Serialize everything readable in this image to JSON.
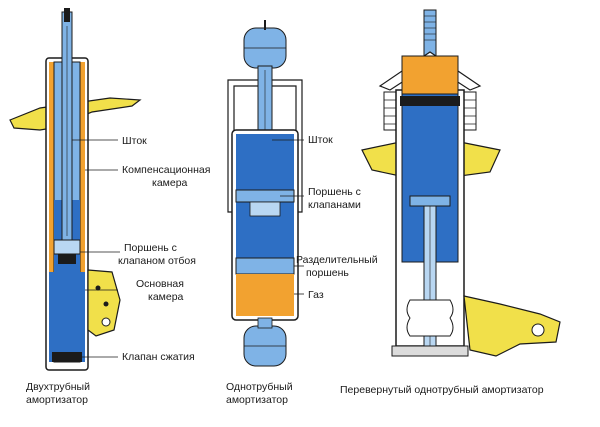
{
  "left": {
    "labels": {
      "rod": "Шток",
      "comp_chamber_1": "Компенсационная",
      "comp_chamber_2": "камера",
      "piston_1": "Поршень с",
      "piston_2": "клапаном отбоя",
      "main_chamber_1": "Основная",
      "main_chamber_2": "камера",
      "comp_valve": "Клапан сжатия"
    },
    "caption_1": "Двухтрубный",
    "caption_2": "амортизатор"
  },
  "middle": {
    "labels": {
      "rod": "Шток",
      "piston_1": "Поршень с",
      "piston_2": "клапанами",
      "sep_piston_1": "Разделительный",
      "sep_piston_2": "поршень",
      "gas": "Газ"
    },
    "caption_1": "Однотрубный",
    "caption_2": "амортизатор"
  },
  "right": {
    "caption": "Перевернутый однотрубный амортизатор"
  },
  "colors": {
    "blue": "#2e6fc4",
    "light_blue": "#7fb3e6",
    "pale_blue": "#b9d7f2",
    "orange": "#f2a230",
    "yellow": "#f1e04a",
    "dark": "#1b1b1b",
    "gray": "#dcdcdc"
  }
}
